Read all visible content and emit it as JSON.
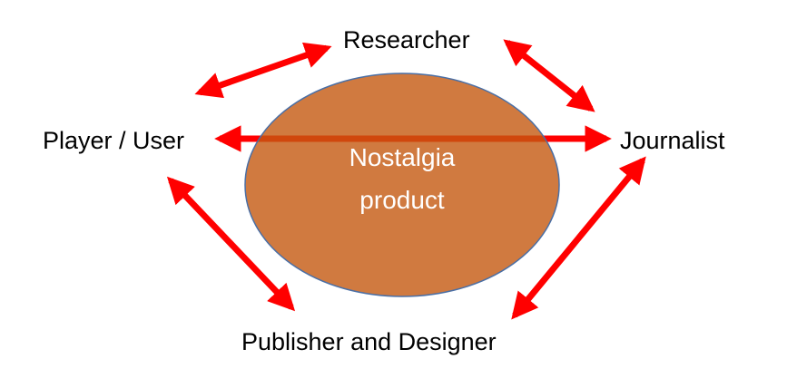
{
  "nodes": {
    "center": [
      "Nostalgia",
      "product"
    ],
    "top": "Researcher",
    "left": "Player / User",
    "right": "Journalist",
    "bottom": "Publisher and Designer"
  },
  "colors": {
    "arrow": "#FF0000",
    "ellipse": "#C45910",
    "ellipse_stroke": "#4A6FA5",
    "text": "#000000"
  }
}
